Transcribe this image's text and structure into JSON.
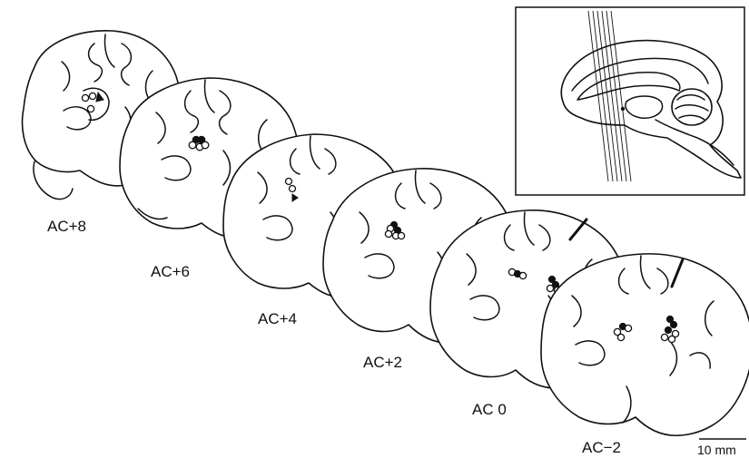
{
  "figure": {
    "sections": [
      {
        "label": "AC+8",
        "open_sites": 3,
        "filled_sites": 1
      },
      {
        "label": "AC+6",
        "open_sites": 3,
        "filled_sites": 2
      },
      {
        "label": "AC+4",
        "open_sites": 2,
        "filled_sites": 1
      },
      {
        "label": "AC+2",
        "open_sites": 4,
        "filled_sites": 2
      },
      {
        "label": "AC 0",
        "open_sites": 4,
        "filled_sites": 3
      },
      {
        "label": "AC−2",
        "open_sites": 6,
        "filled_sites": 4
      }
    ],
    "scale_bar": {
      "label": "10 mm"
    },
    "inset": {
      "description": "sagittal-view",
      "plane_lines": 6
    }
  }
}
